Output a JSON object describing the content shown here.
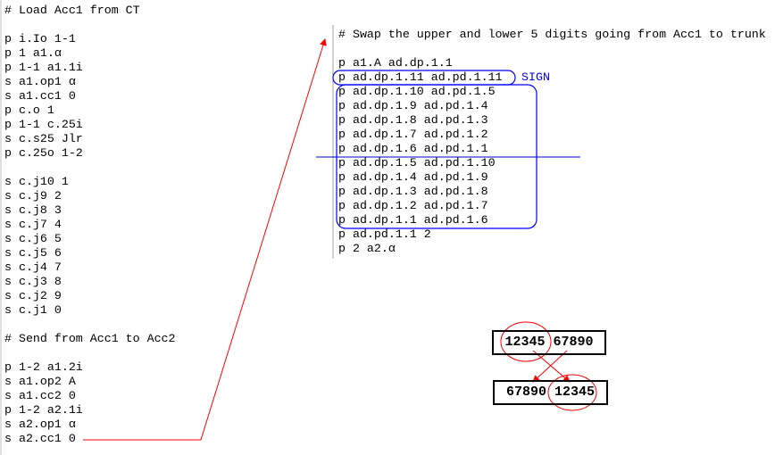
{
  "left_code": {
    "lines": [
      "# Load Acc1 from CT",
      "",
      "p i.Io 1-1",
      "p 1 a1.α",
      "p 1-1 a1.1i",
      "s a1.op1 α",
      "s a1.cc1 0",
      "p c.o 1",
      "p 1-1 c.25i",
      "s c.s25 Jlr",
      "p c.25o 1-2",
      "",
      "s c.j10 1",
      "s c.j9 2",
      "s c.j8 3",
      "s c.j7 4",
      "s c.j6 5",
      "s c.j5 6",
      "s c.j4 7",
      "s c.j3 8",
      "s c.j2 9",
      "s c.j1 0",
      "",
      "# Send from Acc1 to Acc2",
      "",
      "p 1-2 a1.2i",
      "s a1.op2 A",
      "s a1.cc2 0",
      "p 1-2 a2.1i",
      "s a2.op1 α",
      "s a2.cc1 0"
    ]
  },
  "right_code": {
    "lines": [
      "# Swap the upper and lower 5 digits going from Acc1 to trunk",
      "",
      "p a1.A ad.dp.1.1",
      "p ad.dp.1.11 ad.pd.1.11",
      "p ad.dp.1.10 ad.pd.1.5",
      "p ad.dp.1.9 ad.pd.1.4",
      "p ad.dp.1.8 ad.pd.1.3",
      "p ad.dp.1.7 ad.pd.1.2",
      "p ad.dp.1.6 ad.pd.1.1",
      "p ad.dp.1.5 ad.pd.1.10",
      "p ad.dp.1.4 ad.pd.1.9",
      "p ad.dp.1.3 ad.pd.1.8",
      "p ad.dp.1.2 ad.pd.1.7",
      "p ad.dp.1.1 ad.pd.1.6",
      "p ad.pd.1.1 2",
      "p 2 a2.α"
    ]
  },
  "sign_label": "SIGN",
  "swap_diagram": {
    "before": {
      "upper": "12345",
      "lower": "67890"
    },
    "after": {
      "upper": "67890",
      "lower": "12345"
    }
  },
  "colors": {
    "annotation_blue": "#0000ff",
    "arrow_red": "#ff0000",
    "divider": "#a0a0a0"
  }
}
